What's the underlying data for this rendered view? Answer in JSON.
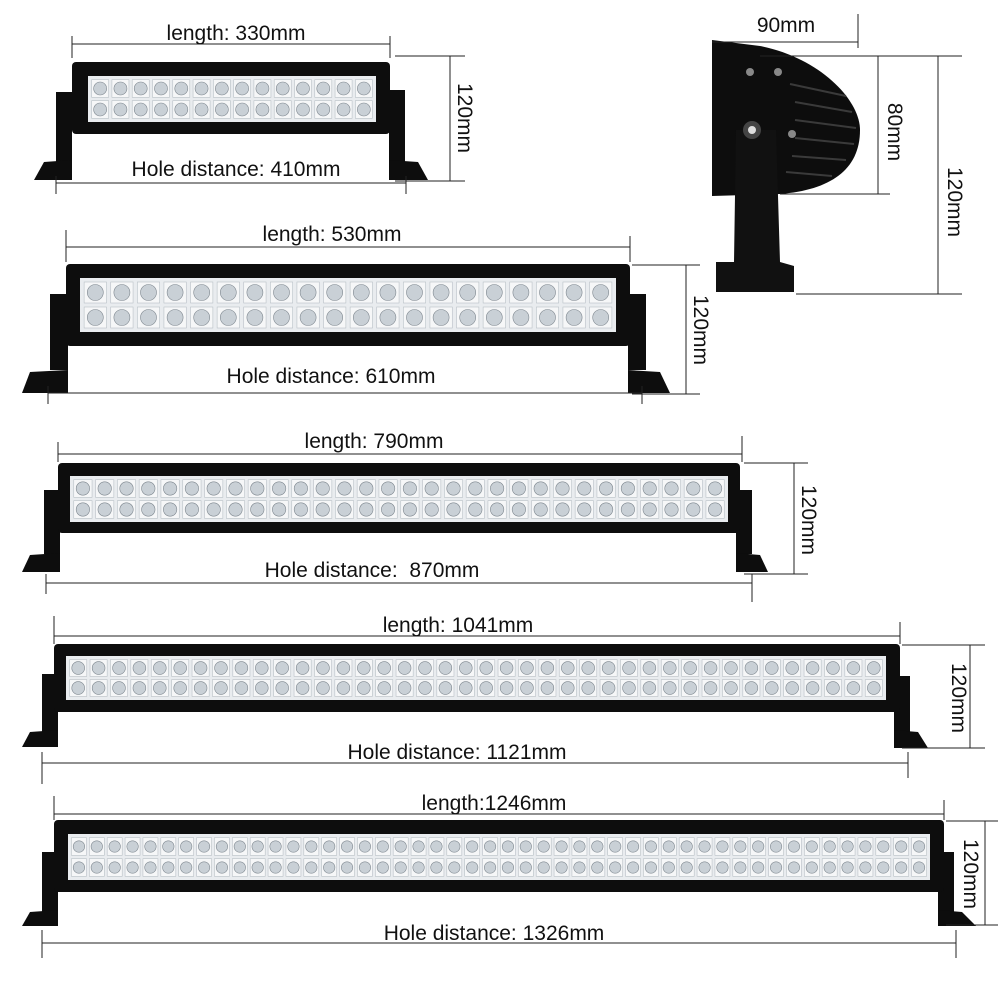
{
  "bars": [
    {
      "length_label": "length: 330mm",
      "hole_label": "Hole distance: 410mm",
      "height_label": "120mm",
      "leds_per_row": 14
    },
    {
      "length_label": "length: 530mm",
      "hole_label": "Hole distance: 610mm",
      "height_label": "120mm",
      "leds_per_row": 20
    },
    {
      "length_label": "length: 790mm",
      "hole_label": "Hole distance:  870mm",
      "height_label": "120mm",
      "leds_per_row": 30
    },
    {
      "length_label": "length: 1041mm",
      "hole_label": "Hole distance: 1121mm",
      "height_label": "120mm",
      "leds_per_row": 40
    },
    {
      "length_label": "length:1246mm",
      "hole_label": "Hole distance: 1326mm",
      "height_label": "120mm",
      "leds_per_row": 48
    }
  ],
  "side_view": {
    "depth_label": "90mm",
    "lens_height_label": "80mm",
    "total_height_label": "120mm"
  },
  "colors": {
    "housing": "#0d0d0d",
    "lens": "#e9ecef",
    "led": "#c9d0d6",
    "dimension_line": "#222222"
  }
}
